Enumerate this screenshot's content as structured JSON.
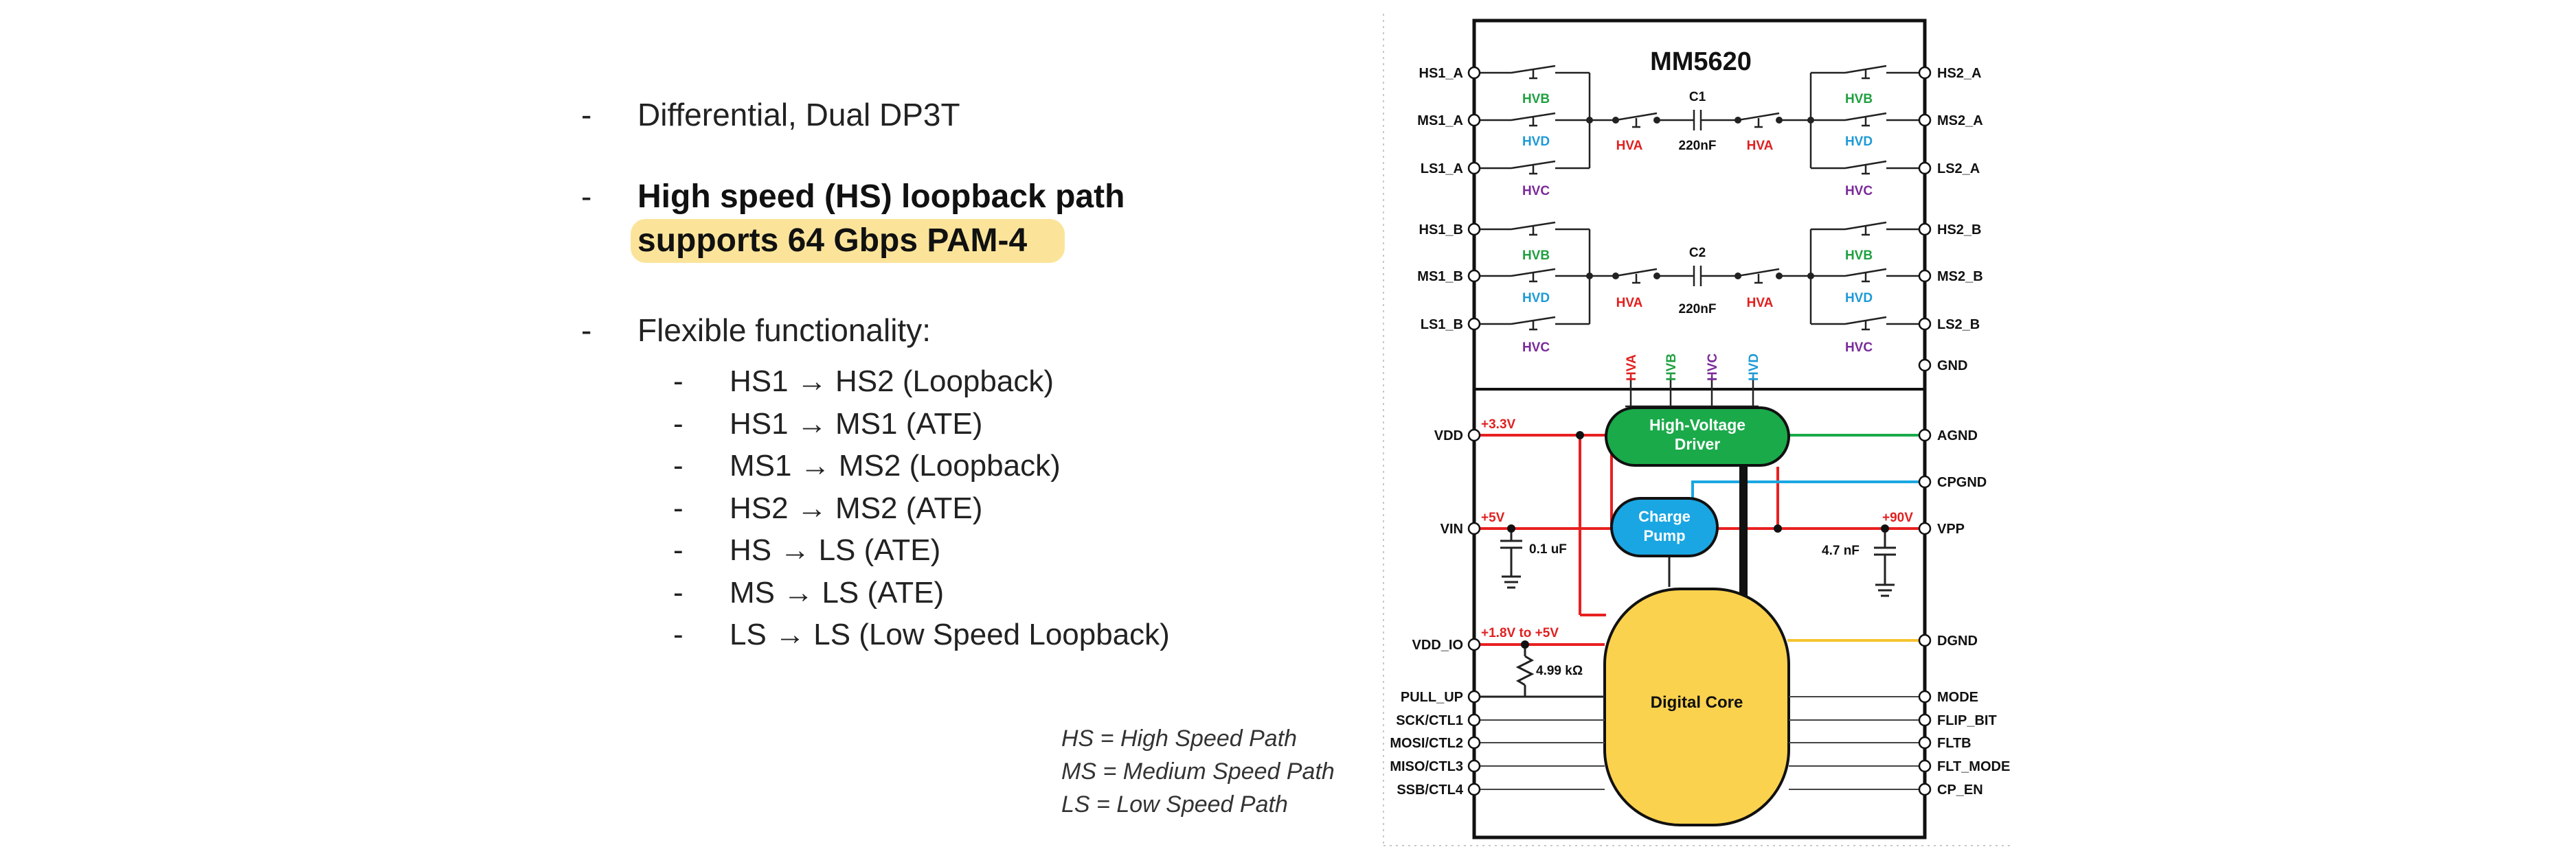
{
  "bullets": [
    {
      "text": "Differential, Dual DP3T"
    },
    {
      "line1": "High speed (HS) loopback path",
      "line2": "supports 64 Gbps PAM-4"
    },
    {
      "text": "Flexible functionality:"
    }
  ],
  "dash": "-",
  "sub_bullets": [
    "HS1 → HS2 (Loopback)",
    "HS1 → MS1 (ATE)",
    "MS1 → MS2 (Loopback)",
    "HS2 → MS2 (ATE)",
    "HS → LS (ATE)",
    "MS → LS (ATE)",
    "LS → LS (Low Speed Loopback)"
  ],
  "legend": [
    "HS = High Speed Path",
    "MS = Medium Speed Path",
    "LS = Low Speed Path"
  ],
  "diagram": {
    "chip_name": "MM5620",
    "pins_left_top": [
      "HS1_A",
      "MS1_A",
      "LS1_A",
      "HS1_B",
      "MS1_B",
      "LS1_B"
    ],
    "pins_right_top": [
      "HS2_A",
      "MS2_A",
      "LS2_A",
      "HS2_B",
      "MS2_B",
      "LS2_B",
      "GND"
    ],
    "pins_left_bottom": [
      "VDD",
      "VIN",
      "VDD_IO",
      "PULL_UP",
      "SCK/CTL1",
      "MOSI/CTL2",
      "MISO/CTL3",
      "SSB/CTL4"
    ],
    "pins_right_bottom": [
      "AGND",
      "CPGND",
      "VPP",
      "DGND",
      "MODE",
      "FLIP_BIT",
      "FLTB",
      "FLT_MODE",
      "CP_EN"
    ],
    "caps": [
      "C1",
      "C2"
    ],
    "cap_value": "220nF",
    "switch_labels": {
      "hva": "HVA",
      "hvb": "HVB",
      "hvc": "HVC",
      "hvd": "HVD"
    },
    "blocks": {
      "hv_driver_line1": "High-Voltage",
      "hv_driver_line2": "Driver",
      "charge_pump_line1": "Charge",
      "charge_pump_line2": "Pump",
      "digital_core": "Digital Core"
    },
    "voltages": {
      "vdd": "+3.3V",
      "vin": "+5V",
      "vdd_io": "+1.8V to +5V",
      "vpp": "+90V"
    },
    "components": {
      "vin_cap": "0.1 uF",
      "vpp_cap": "4.7 nF",
      "pullup_res": "4.99 kΩ"
    },
    "colors": {
      "hva": "#e02020",
      "hvb": "#20a040",
      "hvc": "#7a2a9a",
      "hvd": "#1e9ad6",
      "hv_driver_fill": "#1aaa4a",
      "charge_pump_fill": "#1aa6e2",
      "digital_core_fill": "#fbd24e",
      "power_red": "#e82020",
      "agnd_green": "#1aaa4a",
      "cpgnd_blue": "#1aa6e2",
      "dgnd_yellow": "#f4c430",
      "highlight": "#fbe49a"
    }
  }
}
